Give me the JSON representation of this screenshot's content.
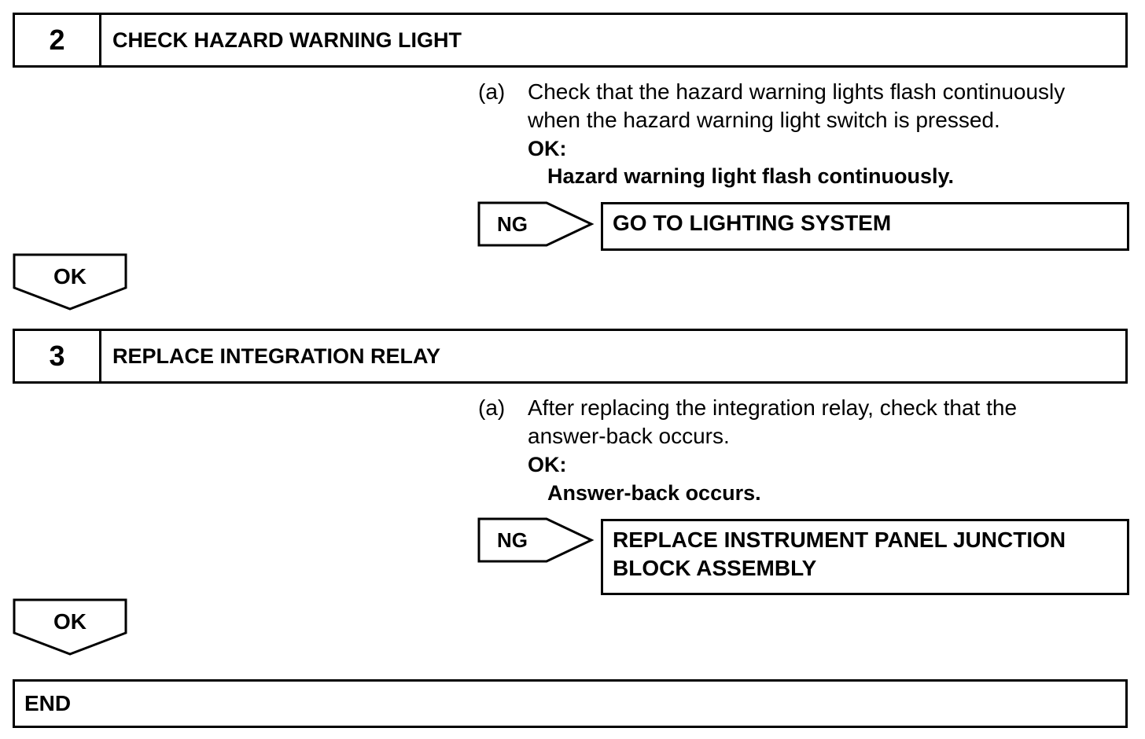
{
  "steps": [
    {
      "number": "2",
      "title": "CHECK HAZARD WARNING LIGHT",
      "sub_label": "(a)",
      "sub_text_line1": "Check that the hazard warning lights flash continuously",
      "sub_text_line2": "when the hazard warning light switch is pressed.",
      "ok_label": "OK:",
      "ok_value": "Hazard warning light flash continuously.",
      "ng_label": "NG",
      "ng_result_line1": "GO TO LIGHTING SYSTEM",
      "ng_result_line2": ""
    },
    {
      "number": "3",
      "title": "REPLACE INTEGRATION RELAY",
      "sub_label": "(a)",
      "sub_text_line1": "After replacing the integration relay, check that the",
      "sub_text_line2": "answer-back occurs.",
      "ok_label": "OK:",
      "ok_value": "Answer-back occurs.",
      "ng_label": "NG",
      "ng_result_line1": "REPLACE INSTRUMENT PANEL JUNCTION",
      "ng_result_line2": "BLOCK ASSEMBLY"
    }
  ],
  "ok_arrows": [
    "OK",
    "OK"
  ],
  "end_label": "END"
}
